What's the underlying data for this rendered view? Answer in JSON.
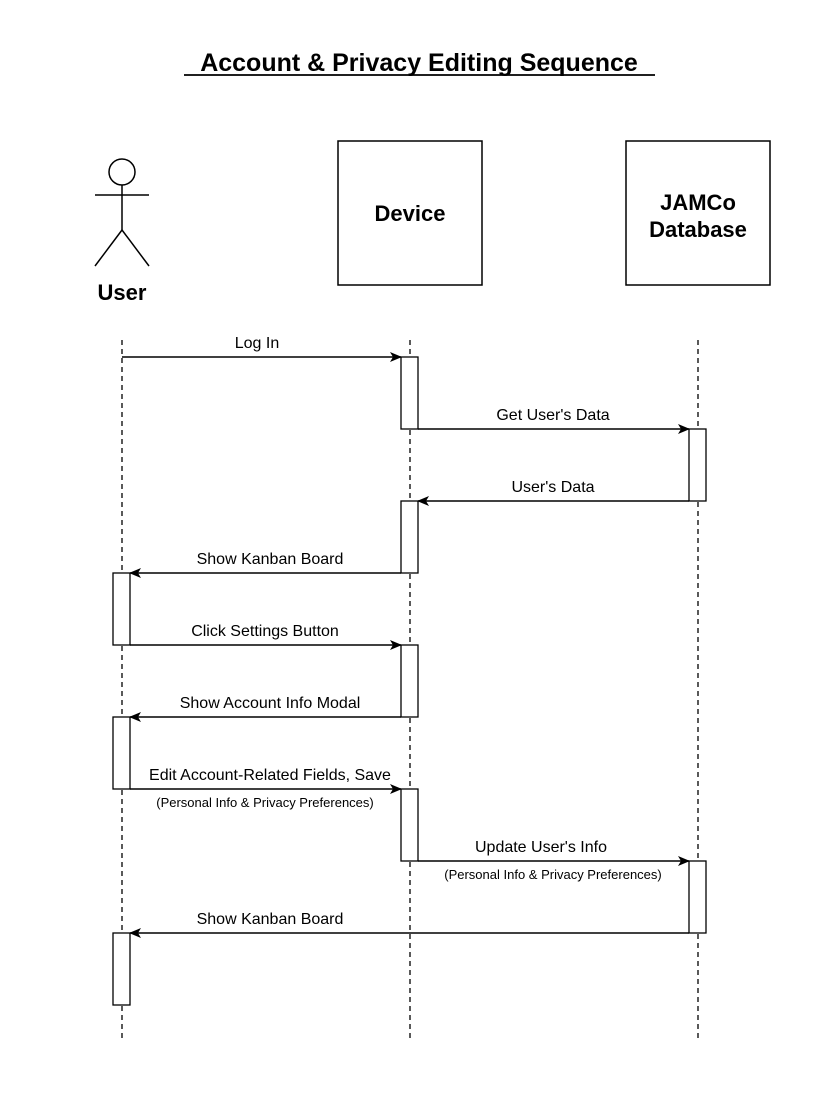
{
  "diagram": {
    "title": "Account & Privacy Editing Sequence",
    "participants": {
      "user": "User",
      "device": "Device",
      "database_line1": "JAMCo",
      "database_line2": "Database"
    },
    "messages": [
      {
        "id": "log-in",
        "label": "Log In"
      },
      {
        "id": "get-users-data",
        "label": "Get User's Data"
      },
      {
        "id": "users-data",
        "label": "User's Data"
      },
      {
        "id": "show-kanban-board-1",
        "label": "Show Kanban Board"
      },
      {
        "id": "click-settings-button",
        "label": "Click Settings Button"
      },
      {
        "id": "show-account-info-modal",
        "label": "Show Account Info Modal"
      },
      {
        "id": "edit-account-fields",
        "label": "Edit Account-Related Fields, Save",
        "sublabel": "(Personal Info & Privacy Preferences)"
      },
      {
        "id": "update-users-info",
        "label": "Update User's Info",
        "sublabel": "(Personal Info & Privacy Preferences)"
      },
      {
        "id": "show-kanban-board-2",
        "label": "Show Kanban Board"
      }
    ]
  }
}
